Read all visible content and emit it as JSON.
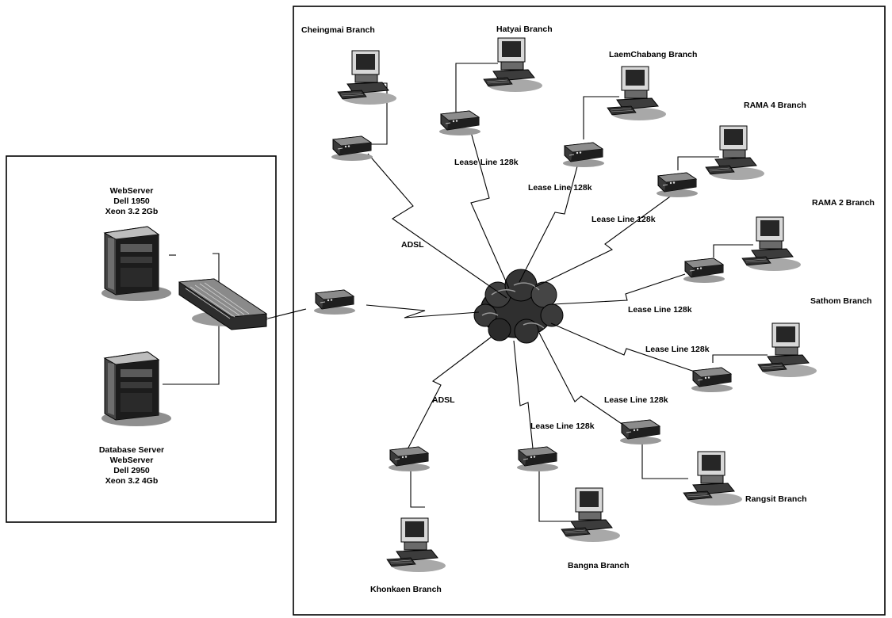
{
  "server_site": {
    "web_server": [
      "WebServer",
      "Dell 1950",
      "Xeon 3.2 2Gb"
    ],
    "database_server": [
      "Database Server",
      "WebServer",
      "Dell 2950",
      "Xeon 3.2 4Gb"
    ]
  },
  "links": {
    "adsl": "ADSL",
    "lease_line": "Lease Line 128k"
  },
  "branches": {
    "chiangmai": "Cheingmai Branch",
    "hatyai": "Hatyai Branch",
    "laemchabang": "LaemChabang Branch",
    "rama4": "RAMA 4 Branch",
    "rama2": "RAMA 2 Branch",
    "sathorn": "Sathom Branch",
    "rangsit": "Rangsit Branch",
    "bangna": "Bangna Branch",
    "khonkaen": "Khonkaen Branch"
  },
  "icons": {
    "cloud": "wan-cloud-icon",
    "router": "router-icon",
    "pc": "workstation-icon",
    "server": "tower-server-icon",
    "switch": "switch-icon"
  }
}
